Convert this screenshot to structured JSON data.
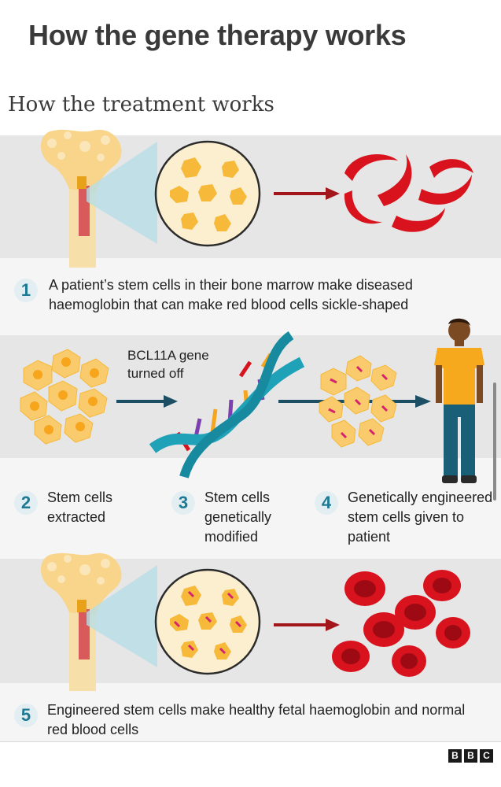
{
  "title": "How the gene therapy works",
  "subtitle": "How the treatment works",
  "gene_label": "BCL11A gene\nturned off",
  "steps": [
    {
      "number": "1",
      "text": "A patient’s stem cells in their bone marrow make diseased haemoglobin that can make red blood cells sickle-shaped"
    },
    {
      "number": "2",
      "text": "Stem cells extracted"
    },
    {
      "number": "3",
      "text": "Stem cells genetically modified"
    },
    {
      "number": "4",
      "text": "Genetically engineered stem cells given to patient"
    },
    {
      "number": "5",
      "text": "Engineered stem cells make healthy fetal haemoglobin and normal red blood cells"
    }
  ],
  "logo": [
    "B",
    "B",
    "C"
  ],
  "icons": [
    "bone-icon",
    "magnified-cells-icon",
    "arrow-icon",
    "sickle-cell-icon",
    "stem-cell-cluster-icon",
    "dna-helix-icon",
    "patient-icon",
    "red-blood-cell-icon"
  ],
  "colors": {
    "band": "#e6e6e6",
    "caption_band": "#f5f5f5",
    "number": "#1e7a93",
    "arrow_red": "#a3161c",
    "arrow_teal": "#1c4f63",
    "cell": "#f6a51c",
    "blood_cell": "#d8131d",
    "dna_teal": "#1fa2b8"
  }
}
